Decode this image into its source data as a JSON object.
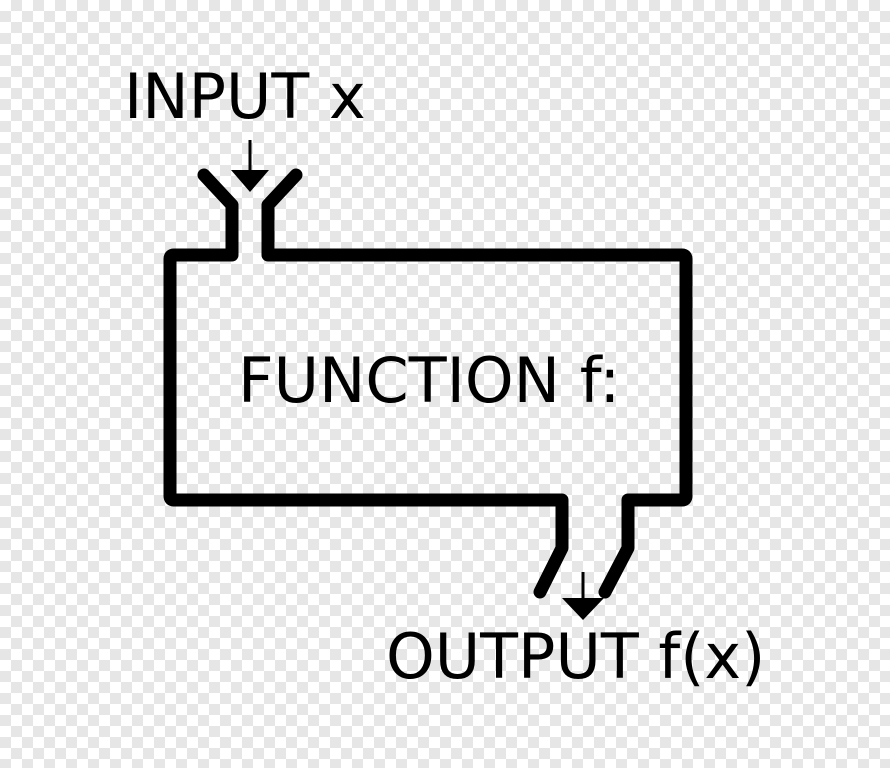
{
  "diagram": {
    "input_label": "INPUT x",
    "function_label": "FUNCTION f:",
    "output_label": "OUTPUT f(x)"
  },
  "colors": {
    "stroke": "#000000",
    "checker_light": "#ffffff",
    "checker_dark": "#e6e6e6"
  }
}
